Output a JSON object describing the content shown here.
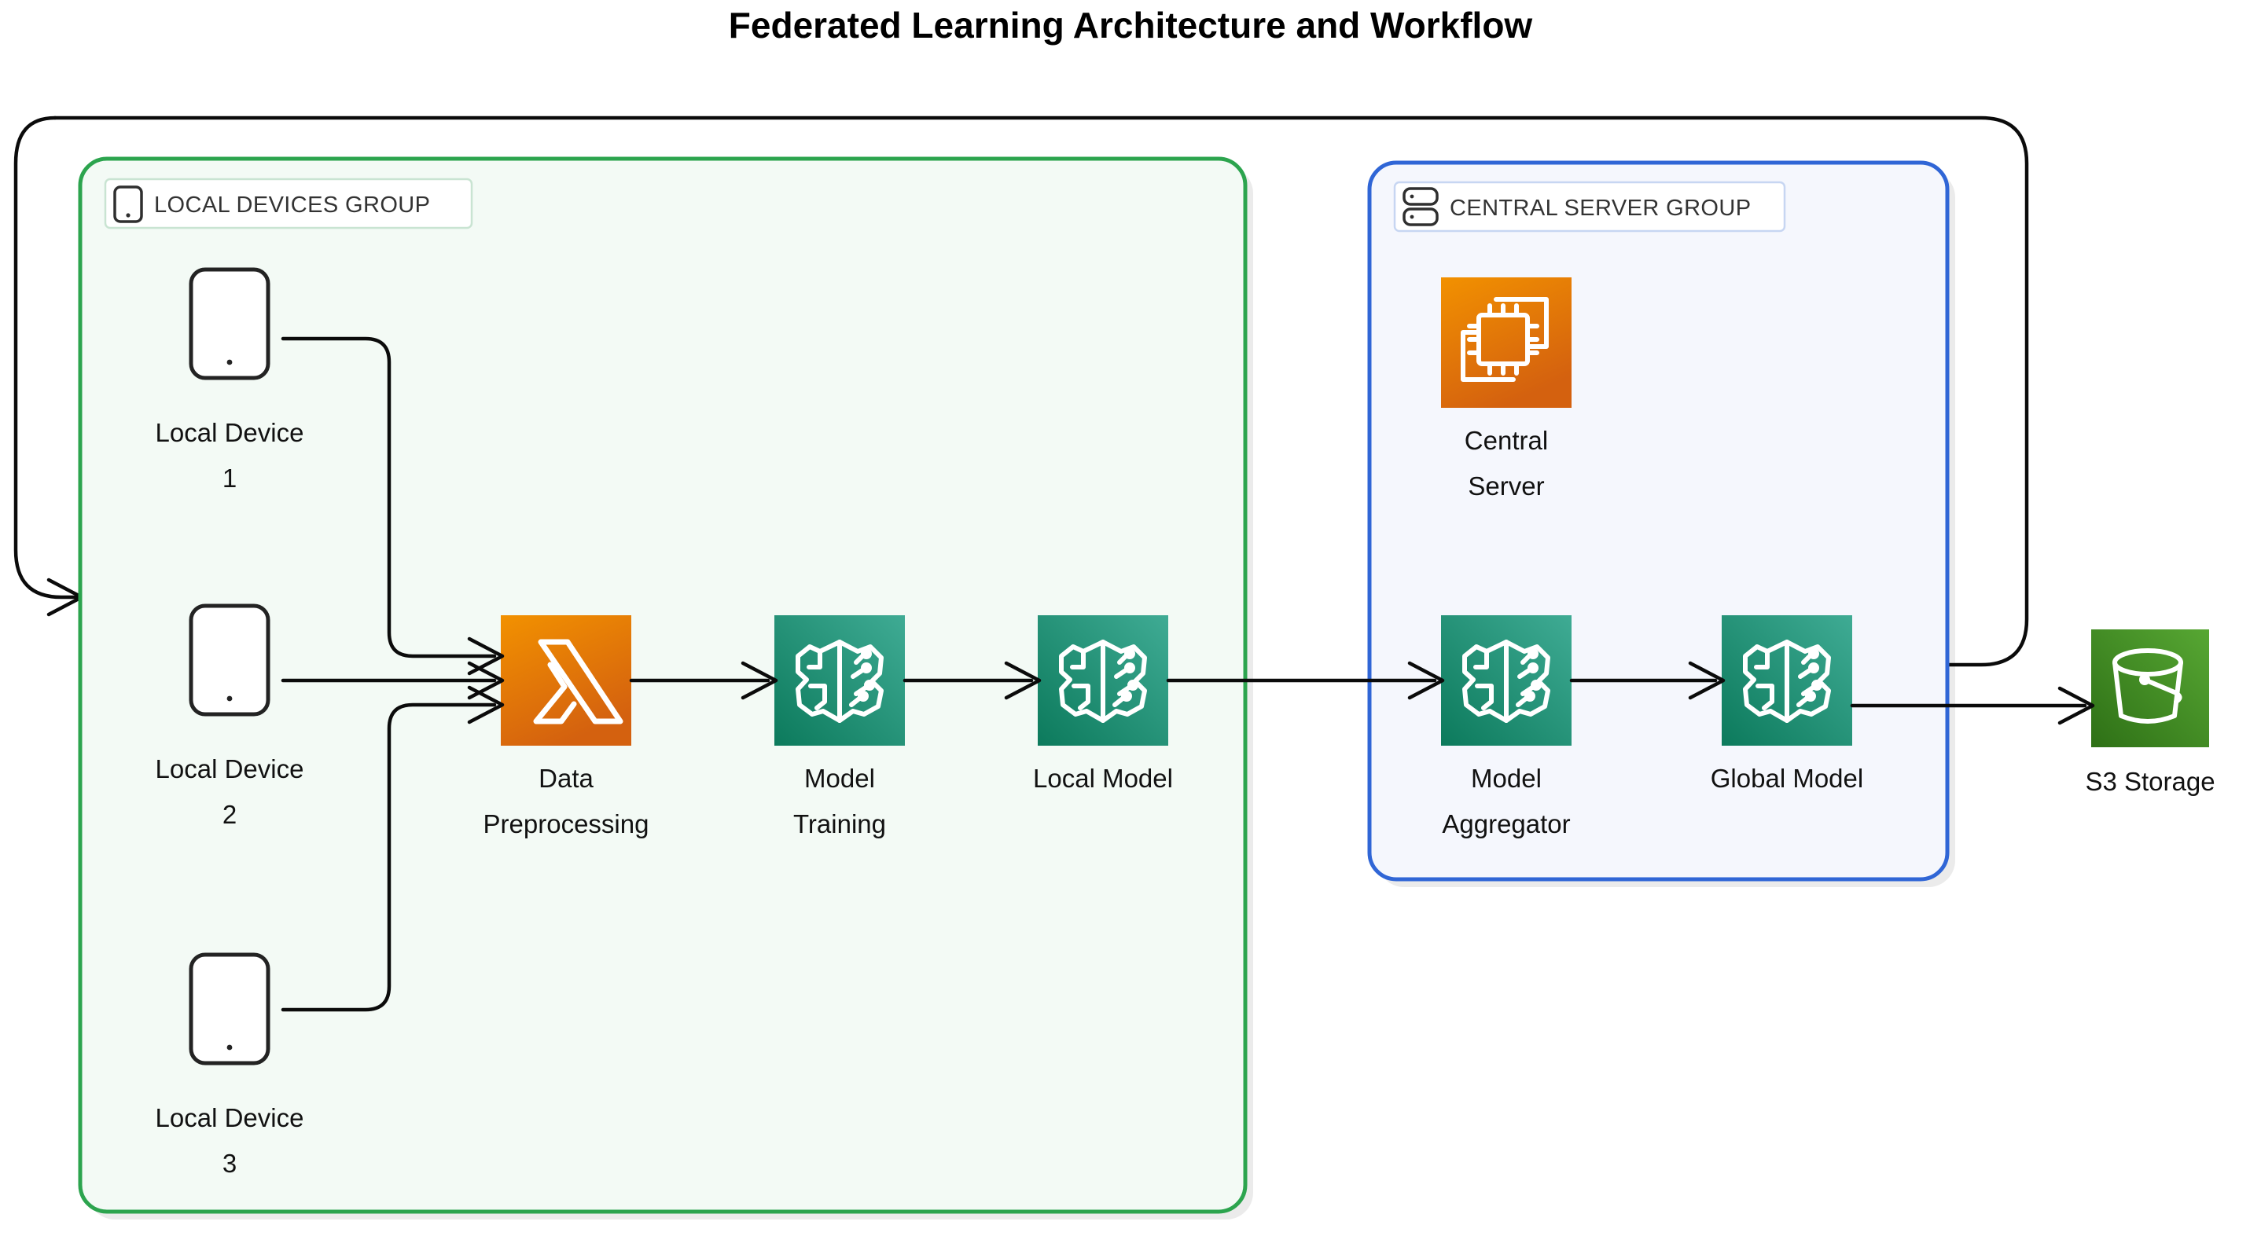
{
  "title": "Federated Learning Architecture and Workflow",
  "colors": {
    "outer_border": "#0b0b0b",
    "local_group_border": "#2ca44e",
    "local_group_fill": "#f3faf5",
    "central_group_border": "#3066d6",
    "central_group_fill": "#f5f7fd",
    "lambda_orange_light": "#f29100",
    "lambda_orange_dark": "#d4610f",
    "sagemaker_teal_light": "#3fab94",
    "sagemaker_teal_dark": "#0c7a5c",
    "s3_green_light": "#4e9d2d",
    "s3_green_dark": "#2e7016",
    "edge": "#0b0b0b",
    "text": "#111111"
  },
  "groups": [
    {
      "id": "local-devices-group",
      "label": "LOCAL DEVICES GROUP",
      "icon": "mobile-device-icon",
      "border_color": "#2ca44e",
      "fill_color": "#f3faf5"
    },
    {
      "id": "central-server-group",
      "label": "CENTRAL SERVER GROUP",
      "icon": "server-stack-icon",
      "border_color": "#3066d6",
      "fill_color": "#f5f7fd"
    }
  ],
  "nodes": [
    {
      "id": "local-device-1",
      "label_line1": "Local Device",
      "label_line2": "1",
      "icon": "mobile-device-icon",
      "group": "local-devices-group"
    },
    {
      "id": "local-device-2",
      "label_line1": "Local Device",
      "label_line2": "2",
      "icon": "mobile-device-icon",
      "group": "local-devices-group"
    },
    {
      "id": "local-device-3",
      "label_line1": "Local Device",
      "label_line2": "3",
      "icon": "mobile-device-icon",
      "group": "local-devices-group"
    },
    {
      "id": "data-preprocessing",
      "label_line1": "Data",
      "label_line2": "Preprocessing",
      "icon": "aws-lambda-icon",
      "group": "local-devices-group"
    },
    {
      "id": "model-training",
      "label_line1": "Model",
      "label_line2": "Training",
      "icon": "aws-sagemaker-brain-icon",
      "group": "local-devices-group"
    },
    {
      "id": "local-model",
      "label_line1": "Local Model",
      "label_line2": "",
      "icon": "aws-sagemaker-brain-icon",
      "group": "local-devices-group"
    },
    {
      "id": "central-server",
      "label_line1": "Central",
      "label_line2": "Server",
      "icon": "aws-iot-chip-icon",
      "group": "central-server-group"
    },
    {
      "id": "model-aggregator",
      "label_line1": "Model",
      "label_line2": "Aggregator",
      "icon": "aws-sagemaker-brain-icon",
      "group": "central-server-group"
    },
    {
      "id": "global-model",
      "label_line1": "Global Model",
      "label_line2": "",
      "icon": "aws-sagemaker-brain-icon",
      "group": "central-server-group"
    },
    {
      "id": "s3-storage",
      "label_line1": "S3 Storage",
      "label_line2": "",
      "icon": "aws-s3-bucket-icon",
      "group": null
    }
  ],
  "edges": [
    {
      "id": "edge-device1-to-preprocessing",
      "from": "local-device-1",
      "to": "data-preprocessing"
    },
    {
      "id": "edge-device2-to-preprocessing",
      "from": "local-device-2",
      "to": "data-preprocessing"
    },
    {
      "id": "edge-device3-to-preprocessing",
      "from": "local-device-3",
      "to": "data-preprocessing"
    },
    {
      "id": "edge-preprocessing-to-training",
      "from": "data-preprocessing",
      "to": "model-training"
    },
    {
      "id": "edge-training-to-local-model",
      "from": "model-training",
      "to": "local-model"
    },
    {
      "id": "edge-local-model-to-aggregator",
      "from": "local-model",
      "to": "model-aggregator"
    },
    {
      "id": "edge-aggregator-to-global-model",
      "from": "model-aggregator",
      "to": "global-model"
    },
    {
      "id": "edge-global-model-to-s3",
      "from": "global-model",
      "to": "s3-storage"
    },
    {
      "id": "edge-global-model-feedback-to-local-devices",
      "from": "global-model",
      "to": "local-devices-group"
    }
  ]
}
